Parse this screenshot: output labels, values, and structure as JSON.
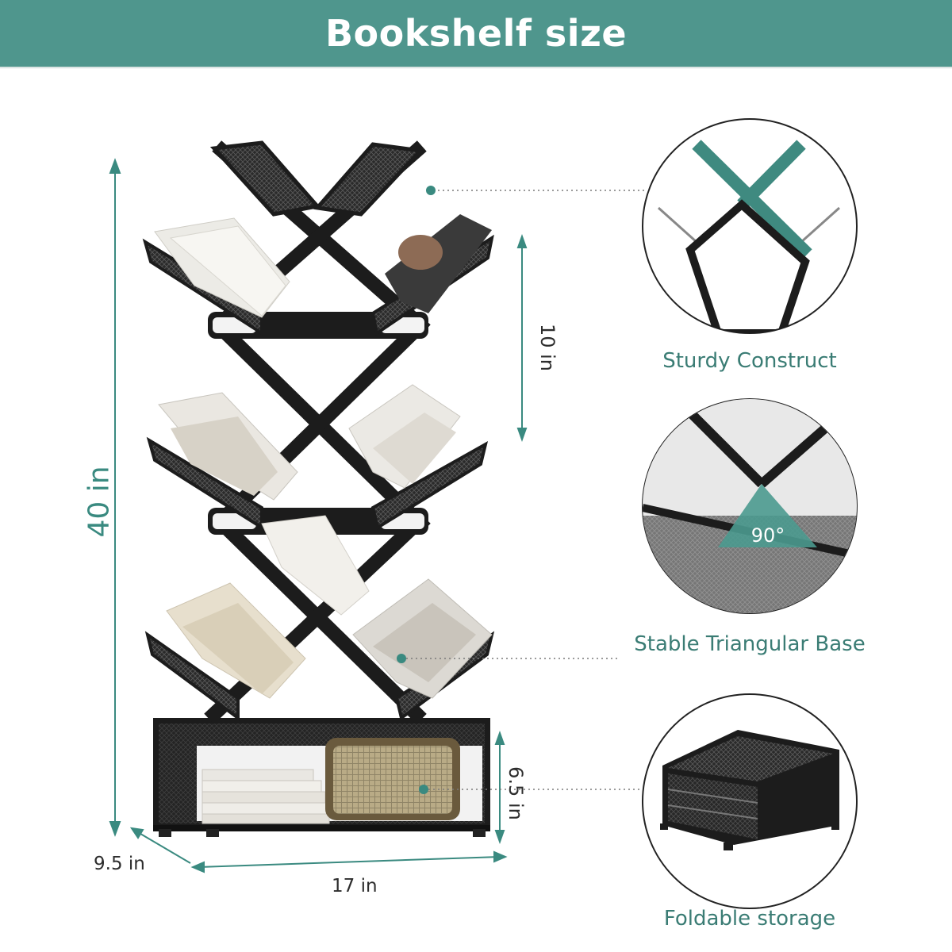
{
  "header": {
    "title": "Bookshelf size"
  },
  "dimensions": {
    "height": "40 in",
    "tier_spacing": "10 in",
    "base_height": "6.5 in",
    "depth": "9.5 in",
    "width": "17 in"
  },
  "features": [
    {
      "label": "Sturdy Construct"
    },
    {
      "label": "Stable Triangular Base"
    },
    {
      "label": "Foldable storage"
    }
  ],
  "angle_badge": "90°",
  "colors": {
    "banner": "#4f968d",
    "accent": "#3a8a80",
    "frame": "#1c1c1c"
  }
}
